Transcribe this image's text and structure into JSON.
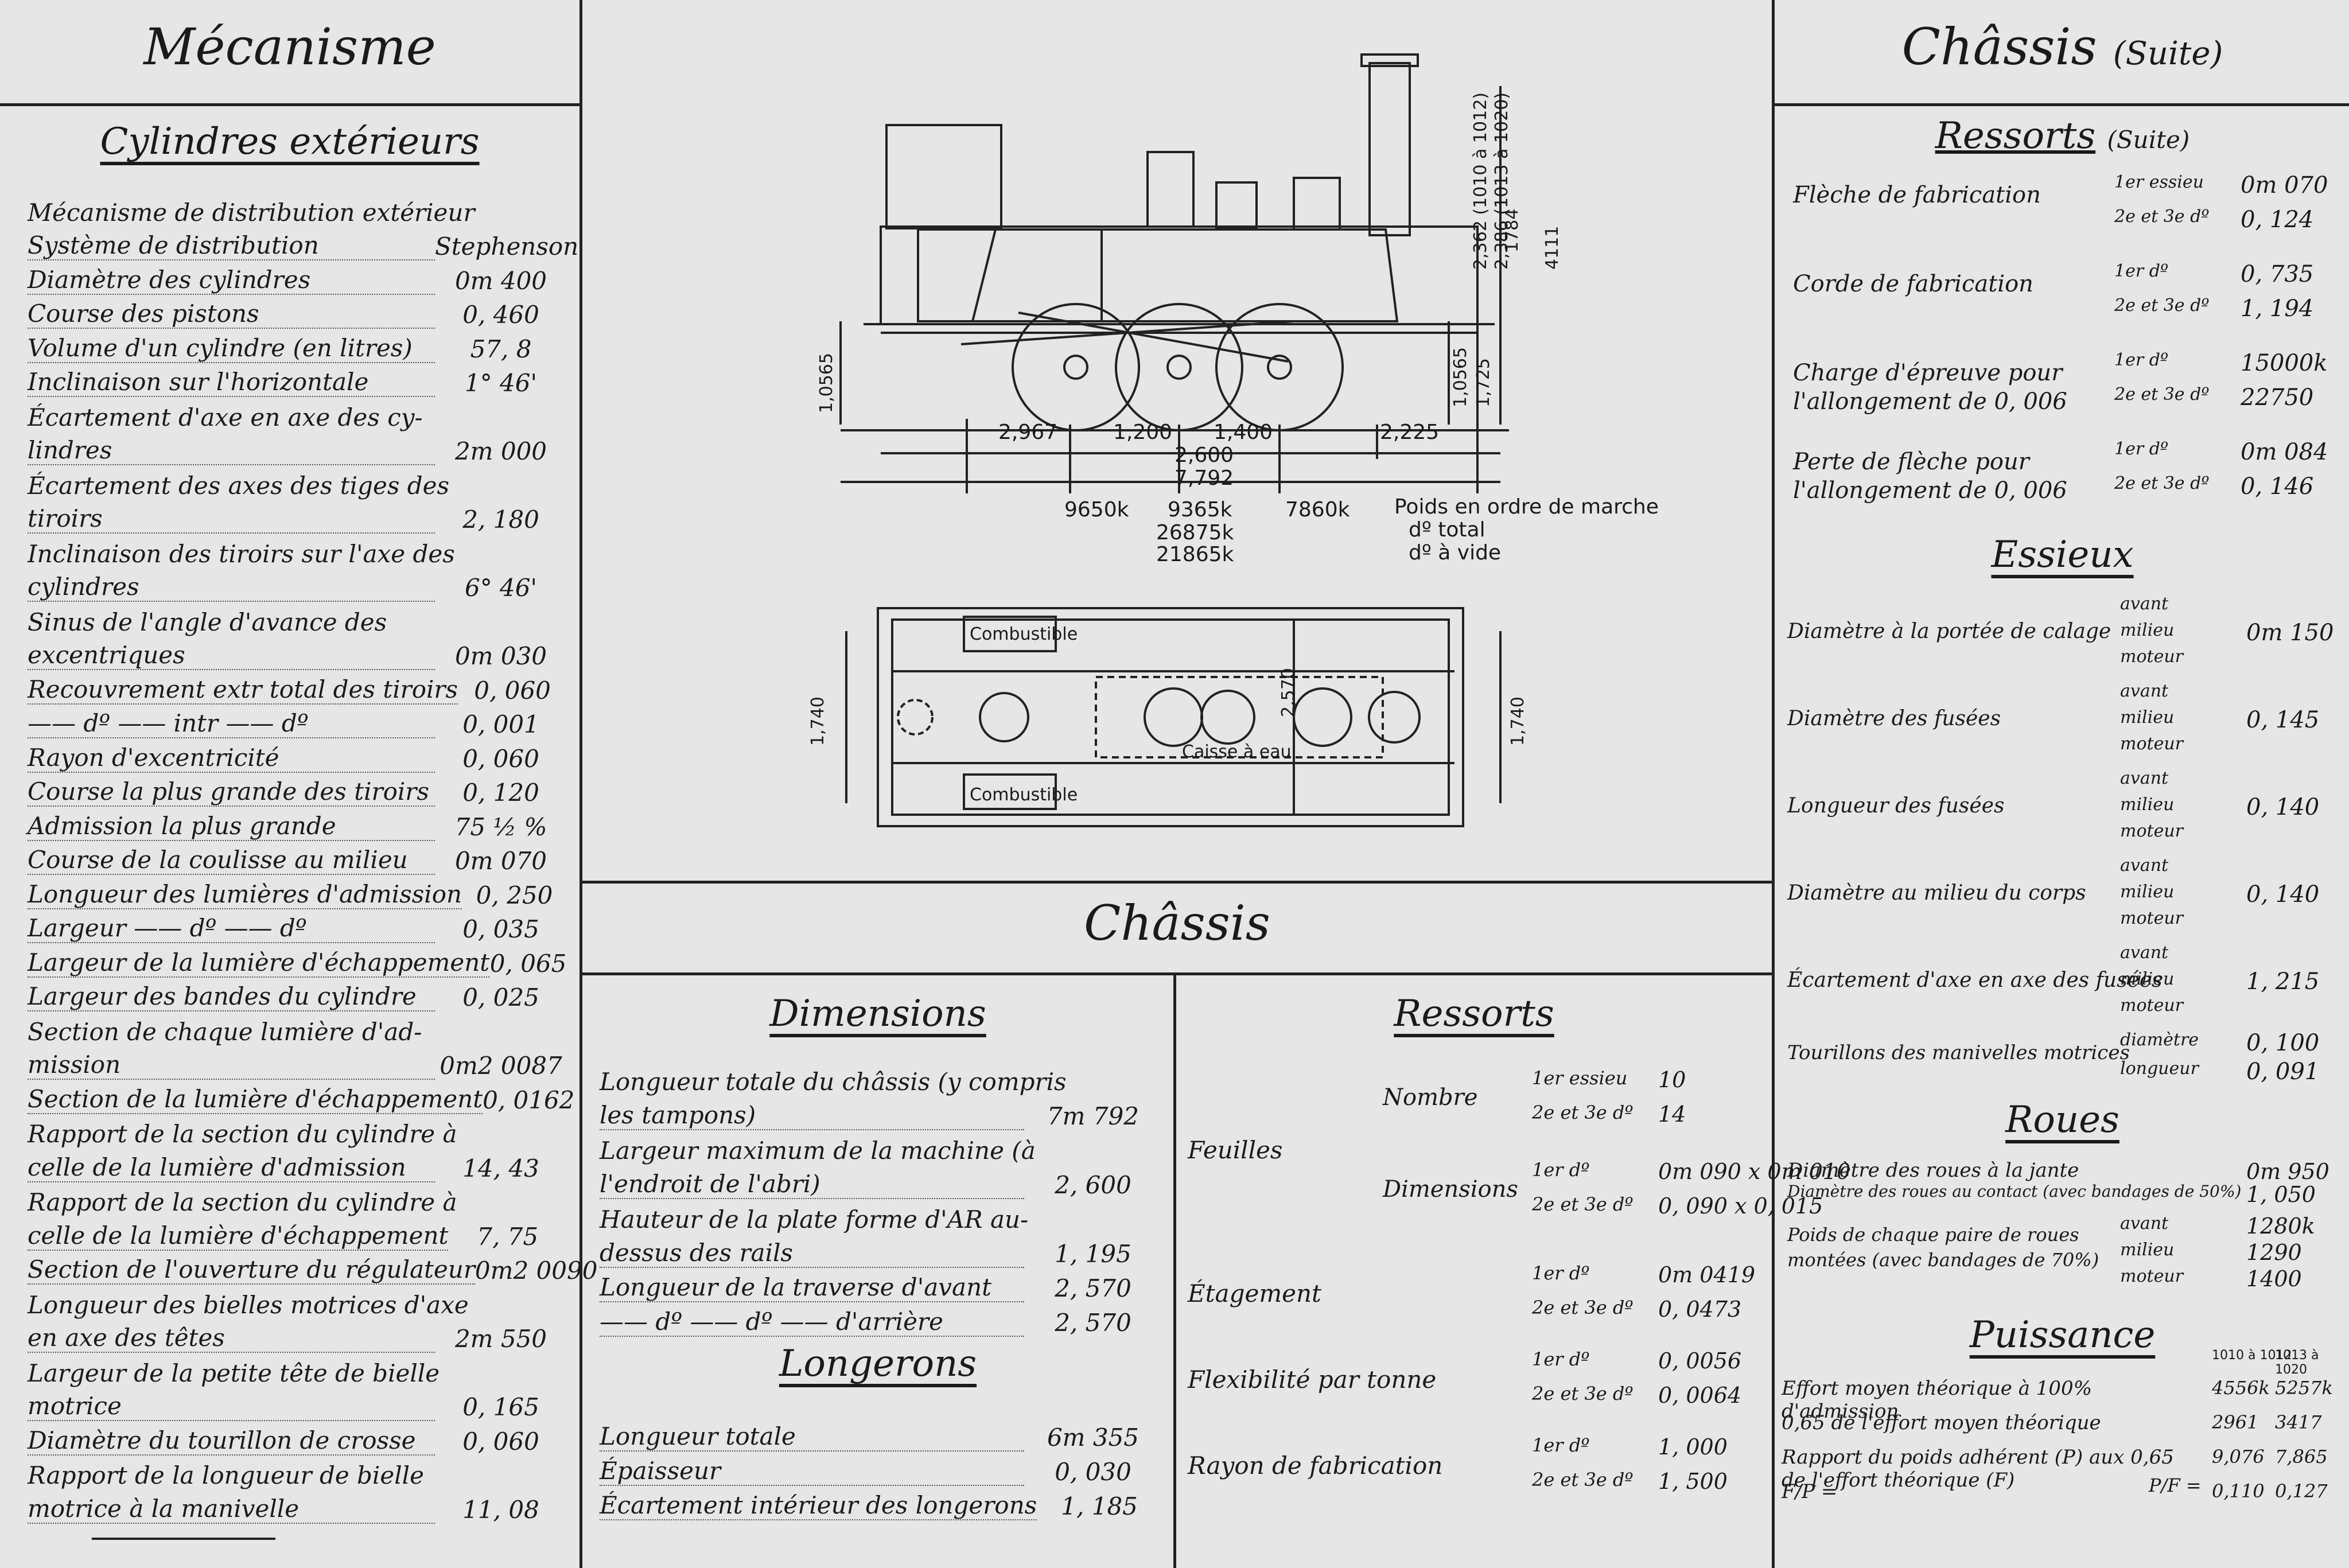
{
  "left": {
    "title": "Mécanisme",
    "subtitle": "Cylindres extérieurs",
    "rows": [
      {
        "label": "Mécanisme de distribution extérieur",
        "value": ""
      },
      {
        "label": "Système de distribution",
        "value": "Stephenson"
      },
      {
        "label": "Diamètre des cylindres",
        "value": "0m 400"
      },
      {
        "label": "Course des pistons",
        "value": "0, 460"
      },
      {
        "label": "Volume d'un cylindre (en litres)",
        "value": "57, 8"
      },
      {
        "label": "Inclinaison sur l'horizontale",
        "value": "1° 46'"
      },
      {
        "label": "Écartement d'axe en axe des cy-",
        "value": ""
      },
      {
        "label": "lindres",
        "value": "2m 000"
      },
      {
        "label": "Écartement des axes des tiges des",
        "value": ""
      },
      {
        "label": "tiroirs",
        "value": "2, 180"
      },
      {
        "label": "Inclinaison des tiroirs sur l'axe des",
        "value": ""
      },
      {
        "label": "cylindres",
        "value": "6° 46'"
      },
      {
        "label": "Sinus de l'angle d'avance des",
        "value": ""
      },
      {
        "label": "excentriques",
        "value": "0m 030"
      },
      {
        "label": "Recouvrement extr total des tiroirs",
        "value": "0, 060"
      },
      {
        "label": "—— dº —— intr —— dº",
        "value": "0, 001"
      },
      {
        "label": "Rayon d'excentricité",
        "value": "0, 060"
      },
      {
        "label": "Course la plus grande des tiroirs",
        "value": "0, 120"
      },
      {
        "label": "Admission la plus grande",
        "value": "75 ½ %"
      },
      {
        "label": "Course de la coulisse au milieu",
        "value": "0m 070"
      },
      {
        "label": "Longueur des lumières d'admission",
        "value": "0, 250"
      },
      {
        "label": "Largeur —— dº —— dº",
        "value": "0, 035"
      },
      {
        "label": "Largeur de la lumière d'échappement",
        "value": "0, 065"
      },
      {
        "label": "Largeur des bandes du cylindre",
        "value": "0, 025"
      },
      {
        "label": "Section de chaque lumière d'ad-",
        "value": ""
      },
      {
        "label": "mission",
        "value": "0m2 0087"
      },
      {
        "label": "Section de la lumière d'échappement",
        "value": "0, 0162"
      },
      {
        "label": "Rapport de la section du cylindre à",
        "value": ""
      },
      {
        "label": "celle de la lumière d'admission",
        "value": "14, 43"
      },
      {
        "label": "Rapport de la section du cylindre à",
        "value": ""
      },
      {
        "label": "celle de la lumière d'échappement",
        "value": "7, 75"
      },
      {
        "label": "Section de l'ouverture du régulateur",
        "value": "0m2 0090"
      },
      {
        "label": "Longueur des bielles motrices d'axe",
        "value": ""
      },
      {
        "label": "en axe des têtes",
        "value": "2m 550"
      },
      {
        "label": "Largeur de la petite tête de bielle",
        "value": ""
      },
      {
        "label": "motrice",
        "value": "0, 165"
      },
      {
        "label": "Diamètre du tourillon de crosse",
        "value": "0, 060"
      },
      {
        "label": "Rapport de la longueur de bielle",
        "value": ""
      },
      {
        "label": "motrice à la manivelle",
        "value": "11, 08"
      }
    ]
  },
  "drawing": {
    "stamp_numbers": [
      "1784",
      "4111"
    ],
    "height_labels": [
      "2,362 (1010 à 1012)",
      "2,386 (1013 à 1020)"
    ],
    "left_height": "1,0565",
    "right_heights": [
      "1,0565",
      "1,725"
    ],
    "dims_row1": [
      "2,967",
      "1,200",
      "1,400",
      "2,225"
    ],
    "dims_row2": [
      "2,600"
    ],
    "dims_row3": [
      "7,792"
    ],
    "weights": [
      "9650k",
      "9365k",
      "7860k"
    ],
    "weight_totals": [
      "26875k",
      "21865k"
    ],
    "weight_labels": [
      "Poids en ordre de marche",
      "dº total",
      "dº à vide"
    ],
    "plan_labels": [
      "Combustible",
      "Combustible",
      "Caisse à eau"
    ],
    "plan_dims": [
      "1,740",
      "2,570",
      "1,740"
    ]
  },
  "chassis": {
    "title": "Châssis",
    "dimensions_title": "Dimensions",
    "dimensions_rows": [
      {
        "label": "Longueur totale du châssis (y compris",
        "value": ""
      },
      {
        "label": "les tampons)",
        "value": "7m 792"
      },
      {
        "label": "Largeur maximum de la machine (à",
        "value": ""
      },
      {
        "label": "l'endroit de l'abri)",
        "value": "2, 600"
      },
      {
        "label": "Hauteur de la plate forme d'AR au-",
        "value": ""
      },
      {
        "label": "dessus des rails",
        "value": "1, 195"
      },
      {
        "label": "Longueur de la traverse d'avant",
        "value": "2, 570"
      },
      {
        "label": "—— dº —— dº —— d'arrière",
        "value": "2, 570"
      }
    ],
    "longerons_title": "Longerons",
    "longerons_rows": [
      {
        "label": "Longueur totale",
        "value": "6m 355"
      },
      {
        "label": "Épaisseur",
        "value": "0, 030"
      },
      {
        "label": "Écartement intérieur des longerons",
        "value": "1, 185"
      }
    ],
    "ressorts_title": "Ressorts",
    "ressorts": {
      "feuilles": "Feuilles",
      "nombre": "Nombre",
      "nombre_rows": [
        {
          "label": "1er essieu",
          "value": "10"
        },
        {
          "label": "2e et 3e dº",
          "value": "14"
        }
      ],
      "dimensions": "Dimensions",
      "dimensions_rows": [
        {
          "label": "1er dº",
          "value": "0m 090 x 0m 010"
        },
        {
          "label": "2e et 3e dº",
          "value": "0, 090 x 0, 015"
        }
      ],
      "etagement": "Étagement",
      "etagement_rows": [
        {
          "label": "1er dº",
          "value": "0m 0419"
        },
        {
          "label": "2e et 3e dº",
          "value": "0, 0473"
        }
      ],
      "flexibilite": "Flexibilité par tonne",
      "flexibilite_rows": [
        {
          "label": "1er dº",
          "value": "0, 0056"
        },
        {
          "label": "2e et 3e dº",
          "value": "0, 0064"
        }
      ],
      "rayon": "Rayon de fabrication",
      "rayon_rows": [
        {
          "label": "1er dº",
          "value": "1, 000"
        },
        {
          "label": "2e et 3e dº",
          "value": "1, 500"
        }
      ]
    }
  },
  "right": {
    "title": "Châssis",
    "title_suffix": "(Suite)",
    "ressorts_title": "Ressorts",
    "ressorts_suffix": "(Suite)",
    "ressorts_rows": [
      {
        "label": "Flèche de fabrication",
        "sub": [
          "1er essieu",
          "2e et 3e dº"
        ],
        "values": [
          "0m 070",
          "0, 124"
        ]
      },
      {
        "label": "Corde de fabrication",
        "sub": [
          "1er dº",
          "2e et 3e dº"
        ],
        "values": [
          "0, 735",
          "1, 194"
        ]
      },
      {
        "label": "Charge d'épreuve pour l'allongement de 0, 006",
        "sub": [
          "1er dº",
          "2e et 3e dº"
        ],
        "values": [
          "15000k",
          "22750"
        ]
      },
      {
        "label": "Perte de flèche pour l'allongement de 0, 006",
        "sub": [
          "1er dº",
          "2e et 3e dº"
        ],
        "values": [
          "0m 084",
          "0, 146"
        ]
      }
    ],
    "essieux_title": "Essieux",
    "essieux_rows": [
      {
        "label": "Diamètre à la portée de calage",
        "sub": [
          "avant",
          "milieu",
          "moteur"
        ],
        "value": "0m 150"
      },
      {
        "label": "Diamètre des fusées",
        "sub": [
          "avant",
          "milieu",
          "moteur"
        ],
        "value": "0, 145"
      },
      {
        "label": "Longueur des fusées",
        "sub": [
          "avant",
          "milieu",
          "moteur"
        ],
        "value": "0, 140"
      },
      {
        "label": "Diamètre au milieu du corps",
        "sub": [
          "avant",
          "milieu",
          "moteur"
        ],
        "value": "0, 140"
      },
      {
        "label": "Écartement d'axe en axe des fusées",
        "sub": [
          "avant",
          "milieu",
          "moteur"
        ],
        "value": "1, 215"
      }
    ],
    "tourillons": {
      "label": "Tourillons des manivelles motrices",
      "sub": [
        "diamètre",
        "longueur"
      ],
      "values": [
        "0, 100",
        "0, 091"
      ]
    },
    "roues_title": "Roues",
    "roues_rows": [
      {
        "label": "Diamètre des roues à la jante",
        "value": "0m 950"
      },
      {
        "label": "Diamètre des roues au contact (avec bandages de 50%)",
        "value": "1, 050"
      }
    ],
    "poids_roues": {
      "label": "Poids de chaque paire de roues montées (avec bandages de 70%)",
      "sub": [
        "avant",
        "milieu",
        "moteur"
      ],
      "values": [
        "1280k",
        "1290",
        "1400"
      ]
    },
    "puissance_title": "Puissance",
    "puissance_cols": [
      "1010 à 1012",
      "1013 à 1020"
    ],
    "puissance_rows": [
      {
        "label": "Effort moyen théorique à 100% d'admission",
        "values": [
          "4556k",
          "5257k"
        ]
      },
      {
        "label": "0,65 de l'effort moyen théorique",
        "values": [
          "2961",
          "3417"
        ]
      },
      {
        "label": "Rapport du poids adhérent (P) aux 0,65 de l'effort théorique (F)",
        "formula": "P/F =",
        "values": [
          "9,076",
          "7,865"
        ]
      },
      {
        "label": "F/P =",
        "values": [
          "0,110",
          "0,127"
        ]
      }
    ]
  }
}
